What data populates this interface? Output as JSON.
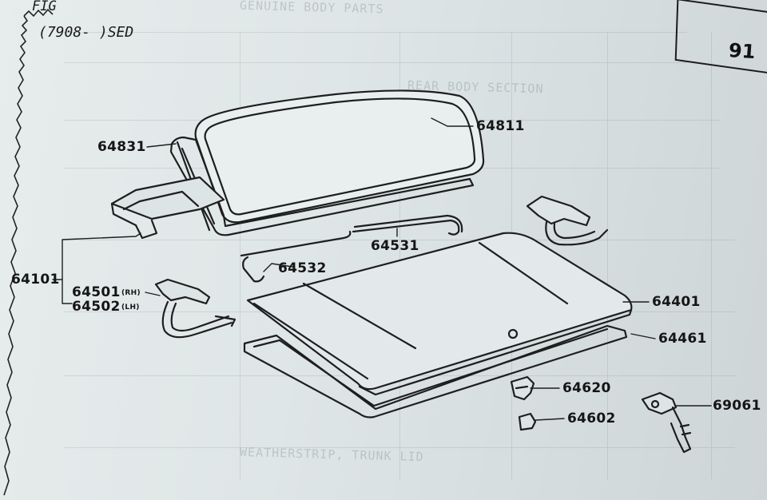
{
  "header": {
    "figure_prefix": "FIG",
    "model_range": "(7908-        )SED",
    "page_number": "91"
  },
  "parts": [
    {
      "number": "64831"
    },
    {
      "number": "64811"
    },
    {
      "number": "64101"
    },
    {
      "number": "64531"
    },
    {
      "number": "64532"
    },
    {
      "number": "64501",
      "suffix": "(RH)"
    },
    {
      "number": "64502",
      "suffix": "(LH)"
    },
    {
      "number": "64401"
    },
    {
      "number": "64461"
    },
    {
      "number": "64620"
    },
    {
      "number": "64602"
    },
    {
      "number": "69061"
    }
  ]
}
